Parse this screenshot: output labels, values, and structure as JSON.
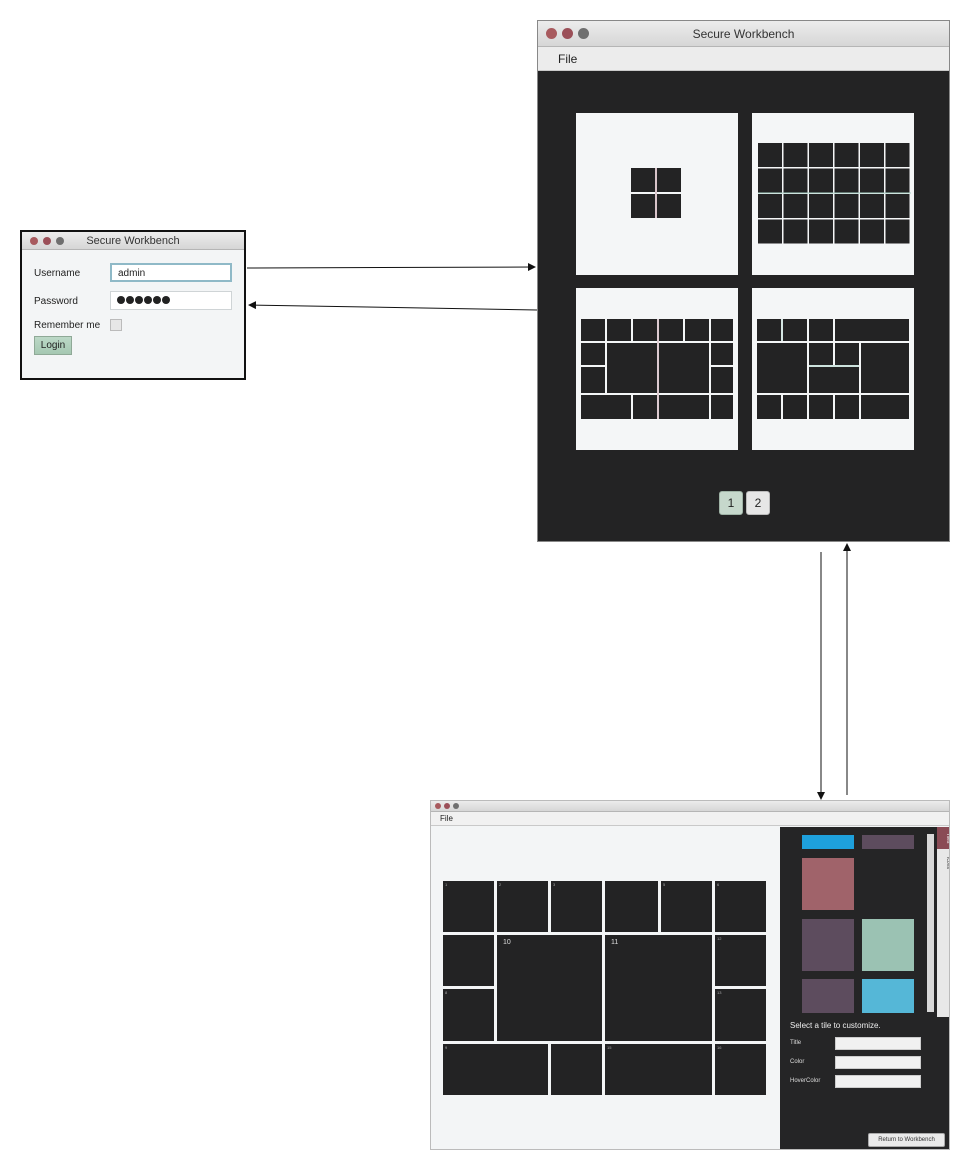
{
  "login": {
    "window_title": "Secure Workbench",
    "username_label": "Username",
    "username_value": "admin",
    "password_label": "Password",
    "password_mask_count": 6,
    "remember_label": "Remember me",
    "remember_checked": false,
    "login_button": "Login"
  },
  "workbench": {
    "window_title": "Secure Workbench",
    "menu_file": "File",
    "layout_count_shown": 4,
    "pages": [
      "1",
      "2"
    ],
    "current_page": "1"
  },
  "editor": {
    "menu_file": "File",
    "tile_labels": {
      "t10": "10",
      "t11": "11"
    },
    "side_tabs": [
      "Tiles",
      "Icons"
    ],
    "prompt": "Select a tile to customize.",
    "fields": {
      "title_label": "Title",
      "color_label": "Color",
      "hover_label": "HoverColor"
    },
    "return_button": "Return to Workbench",
    "colors": {
      "blue": "#1ea0dc",
      "rose": "#a0636a",
      "plum": "#5d4c5e",
      "mint": "#9bc2b3",
      "cyan": "#55b7d7"
    }
  }
}
